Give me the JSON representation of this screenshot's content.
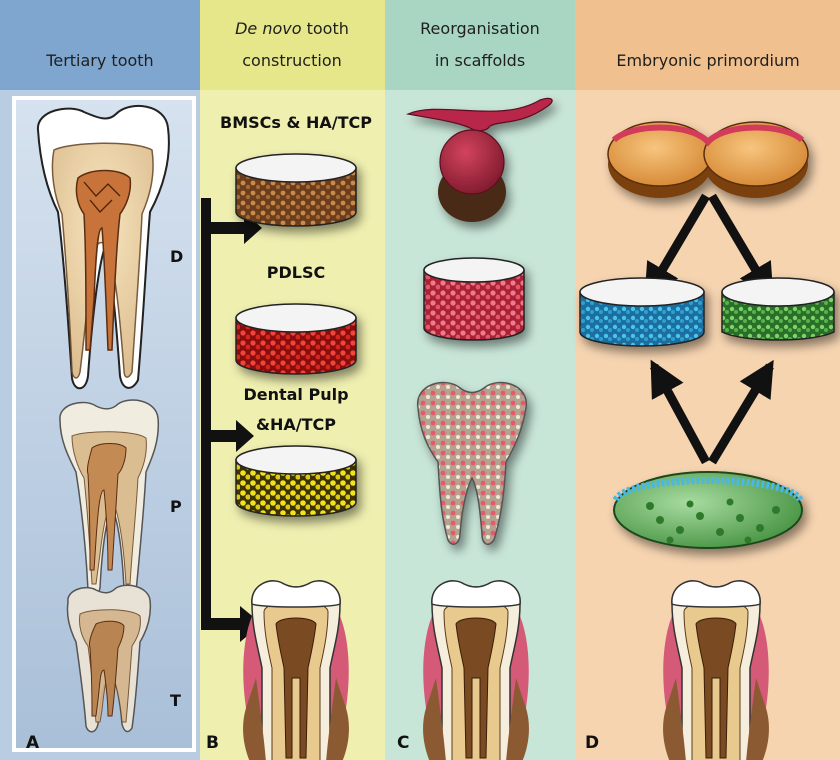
{
  "headers": {
    "a": "Tertiary tooth",
    "b_line1_italic": "De novo",
    "b_line1_rest": " tooth",
    "b_line2": "construction",
    "c_line1": "Reorganisation",
    "c_line2": "in scaffolds",
    "d": "Embryonic primordium"
  },
  "tooth_labels": {
    "d": "D",
    "p": "P",
    "t": "T"
  },
  "scaffold_labels": {
    "bmsc": "BMSCs & HA/TCP",
    "pdlsc": "PDLSC",
    "pulp_line1": "Dental Pulp",
    "pulp_line2": "&HA/TCP"
  },
  "panel_letters": {
    "a": "A",
    "b": "B",
    "c": "C",
    "d": "D"
  },
  "colors": {
    "panel_a": "#b8cce2",
    "panel_b": "#efefb0",
    "panel_c": "#c8e6d8",
    "panel_d": "#f6d4b0",
    "header_a": "#7fa6cf",
    "header_b": "#e6e68a",
    "header_c": "#a8d6c2",
    "header_d": "#f0c08e"
  }
}
